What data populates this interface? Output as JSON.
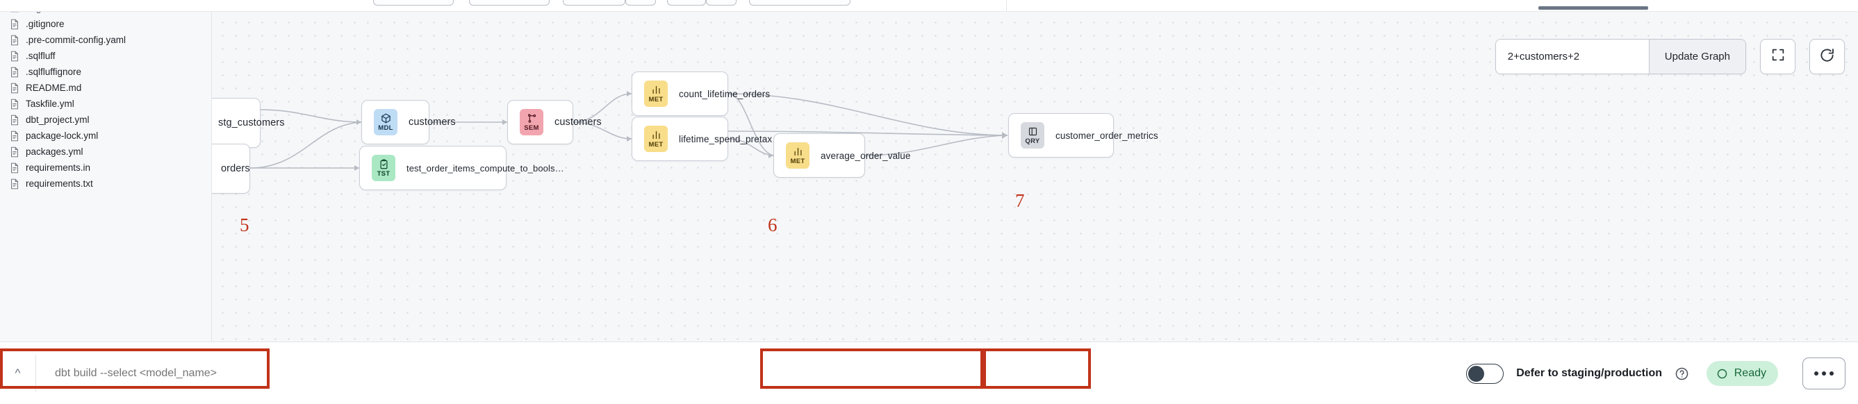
{
  "sidebar": {
    "files": [
      {
        "name": "target",
        "icon": "folder-icon",
        "type": "folder"
      },
      {
        "name": ".gitignore",
        "icon": "file-icon",
        "type": "file"
      },
      {
        "name": ".pre-commit-config.yaml",
        "icon": "file-icon",
        "type": "file"
      },
      {
        "name": ".sqlfluff",
        "icon": "file-icon",
        "type": "file"
      },
      {
        "name": ".sqlfluffignore",
        "icon": "file-icon",
        "type": "file"
      },
      {
        "name": "README.md",
        "icon": "file-icon",
        "type": "file"
      },
      {
        "name": "Taskfile.yml",
        "icon": "file-icon",
        "type": "file"
      },
      {
        "name": "dbt_project.yml",
        "icon": "file-icon",
        "type": "file"
      },
      {
        "name": "package-lock.yml",
        "icon": "file-icon",
        "type": "file"
      },
      {
        "name": "packages.yml",
        "icon": "file-icon",
        "type": "file"
      },
      {
        "name": "requirements.in",
        "icon": "file-icon",
        "type": "file"
      },
      {
        "name": "requirements.txt",
        "icon": "file-icon",
        "type": "file"
      }
    ]
  },
  "graph_toolbar": {
    "selector_value": "2+customers+2",
    "selector_placeholder": "2+customers+2",
    "update_label": "Update Graph",
    "fullscreen_icon": "fullscreen-icon",
    "refresh_icon": "refresh-icon"
  },
  "graph": {
    "nodes": [
      {
        "id": "stg_customers",
        "label": "stg_customers",
        "kind": "",
        "kind_label": "",
        "icon": ""
      },
      {
        "id": "orders",
        "label": "orders",
        "kind": "",
        "kind_label": "",
        "icon": ""
      },
      {
        "id": "customers_mdl",
        "label": "customers",
        "kind": "mdl",
        "kind_label": "MDL",
        "icon": "cube-icon"
      },
      {
        "id": "test_order_items",
        "label": "test_order_items_compute_to_bools…",
        "kind": "tst",
        "kind_label": "TST",
        "icon": "clipboard-check-icon"
      },
      {
        "id": "customers_sem",
        "label": "customers",
        "kind": "sem",
        "kind_label": "SEM",
        "icon": "semantic-graph-icon"
      },
      {
        "id": "count_lifetime_orders",
        "label": "count_lifetime_orders",
        "kind": "met",
        "kind_label": "MET",
        "icon": "bar-chart-icon"
      },
      {
        "id": "lifetime_spend_pretax",
        "label": "lifetime_spend_pretax",
        "kind": "met",
        "kind_label": "MET",
        "icon": "bar-chart-icon"
      },
      {
        "id": "average_order_value",
        "label": "average_order_value",
        "kind": "met",
        "kind_label": "MET",
        "icon": "bar-chart-icon"
      },
      {
        "id": "customer_order_metrics",
        "label": "customer_order_metrics",
        "kind": "qry",
        "kind_label": "QRY",
        "icon": "query-icon"
      }
    ]
  },
  "bottom_bar": {
    "expand_chevron": "^",
    "command_placeholder": "dbt build --select <model_name>",
    "command_value": "",
    "defer_label": "Defer to staging/production",
    "defer_help_icon": "help-circle-icon",
    "defer_enabled": false,
    "status_label": "Ready",
    "status_icon": "circle-icon",
    "status_color": "#18693c",
    "more_label": "…",
    "more_icon": "ellipsis-icon"
  },
  "annotations": [
    {
      "id": "5",
      "label": "5"
    },
    {
      "id": "6",
      "label": "6"
    },
    {
      "id": "7",
      "label": "7"
    }
  ],
  "colors": {
    "annotation_red": "#c1331a",
    "ready_green_bg": "#cdf0da",
    "ready_green_fg": "#18693c",
    "mdl_blue": "#bfdcf5",
    "sem_pink": "#f2a5ae",
    "tst_green": "#a9e8c3",
    "met_yellow": "#f8dd8a",
    "qry_grey": "#d6d9de"
  }
}
